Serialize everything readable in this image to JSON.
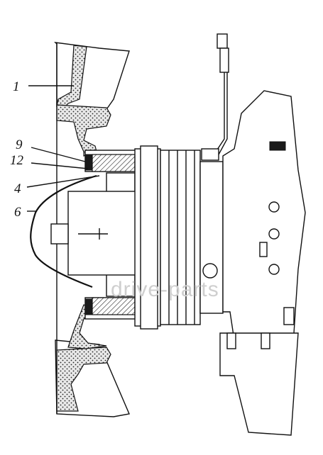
{
  "diagram": {
    "callouts": [
      {
        "label": "1"
      },
      {
        "label": "9"
      },
      {
        "label": "12"
      },
      {
        "label": "4"
      },
      {
        "label": "6"
      }
    ],
    "watermark": "drive-parts"
  }
}
